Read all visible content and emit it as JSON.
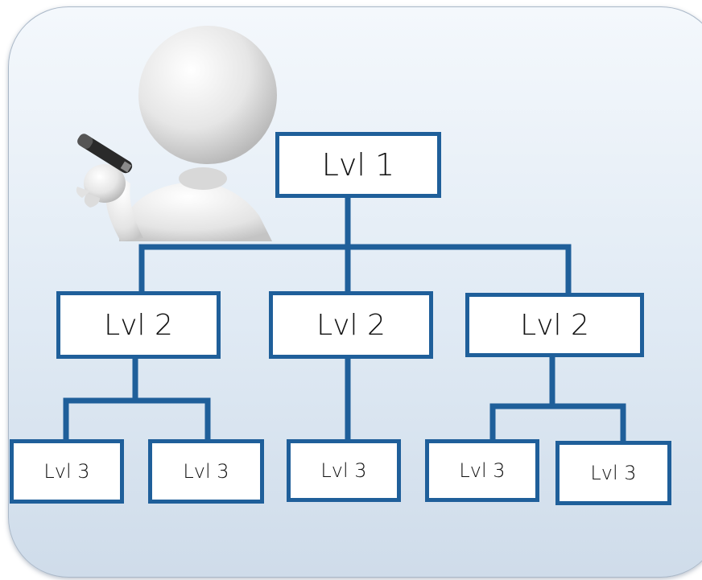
{
  "org_chart": {
    "level1": "Lvl 1",
    "level2": [
      "Lvl 2",
      "Lvl 2",
      "Lvl 2"
    ],
    "level3": [
      "Lvl 3",
      "Lvl 3",
      "Lvl 3",
      "Lvl 3",
      "Lvl 3"
    ]
  },
  "colors": {
    "line": "#1f5f9a",
    "panel_top": "#f4f8fc",
    "panel_bottom": "#cfdcea"
  },
  "icons": [
    "presenter-figure-icon",
    "marker-pen-icon"
  ]
}
